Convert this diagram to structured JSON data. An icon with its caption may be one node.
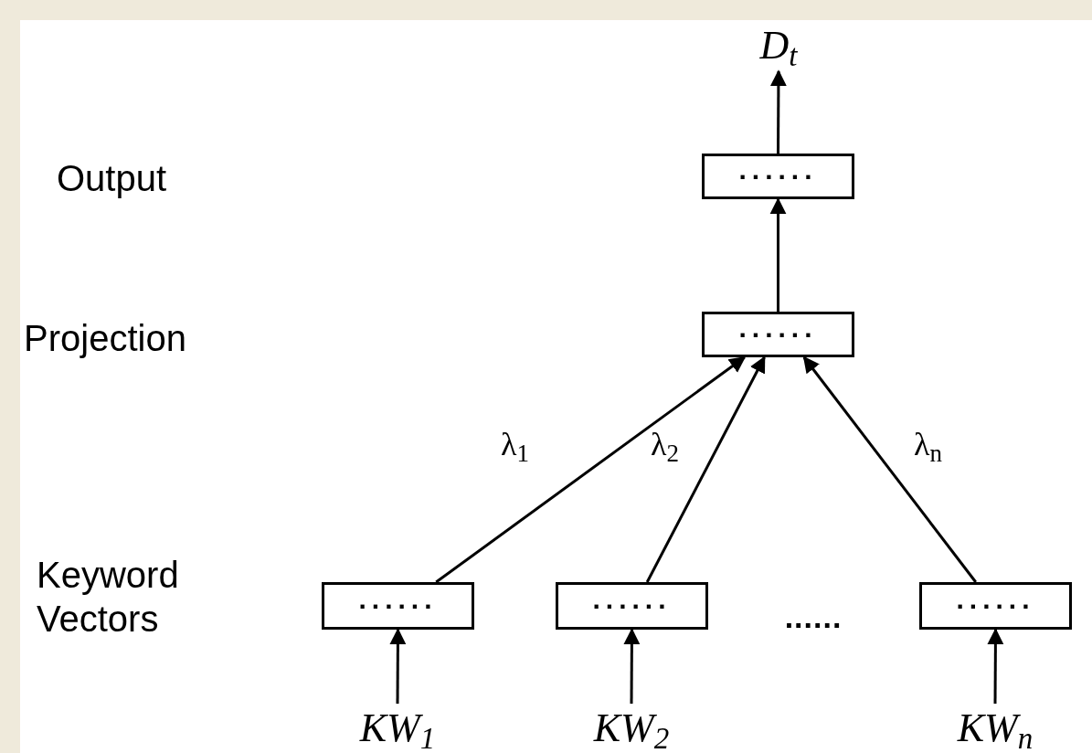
{
  "diagram": {
    "nodes": [
      {
        "text": [
          "D$_{t}$"
        ]
      },
      {
        "text": [
          "......"
        ]
      },
      {
        "text": [
          "......"
        ]
      },
      {
        "text": [
          "......"
        ]
      },
      {
        "text": [
          "......"
        ]
      },
      {
        "text": [
          "......"
        ]
      },
      {
        "text": [
          "KW$_{1}$"
        ]
      },
      {
        "text": [
          "KW$_{2}$"
        ]
      },
      {
        "text": [
          "KW$_{n}$"
        ]
      }
    ],
    "edges": [
      {
        "from": 1,
        "to": 0,
        "arrow": "to"
      },
      {
        "from": 2,
        "to": 1,
        "arrow": "to"
      },
      {
        "from": 3,
        "to": 2,
        "arrow": "to",
        "label": "λ$_{1}$"
      },
      {
        "from": 4,
        "to": 2,
        "arrow": "to",
        "label": "λ$_{2}$"
      },
      {
        "from": 5,
        "to": 2,
        "arrow": "to",
        "label": "λ$_{n}$"
      },
      {
        "from": 6,
        "to": 3,
        "arrow": "to"
      },
      {
        "from": 7,
        "to": 4,
        "arrow": "to"
      },
      {
        "from": 8,
        "to": 5,
        "arrow": "to"
      }
    ],
    "labels": [
      "Output",
      "Projection",
      "Keyword Vectors",
      "......"
    ]
  }
}
